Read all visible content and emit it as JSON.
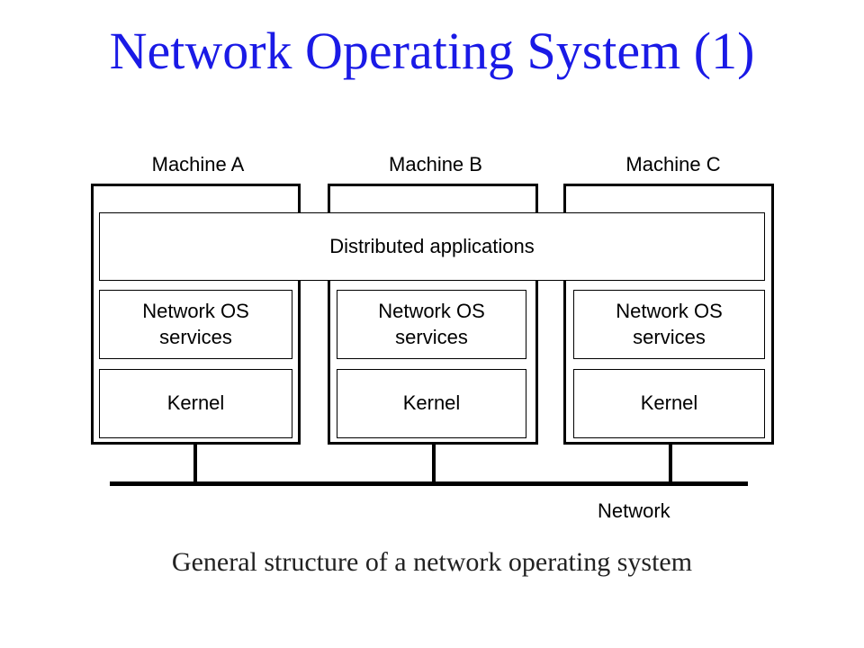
{
  "title": "Network Operating System (1)",
  "caption": "General structure of a network operating system",
  "diagram": {
    "machines": [
      {
        "label": "Machine A",
        "services": "Network OS\nservices",
        "kernel": "Kernel"
      },
      {
        "label": "Machine B",
        "services": "Network OS\nservices",
        "kernel": "Kernel"
      },
      {
        "label": "Machine C",
        "services": "Network OS\nservices",
        "kernel": "Kernel"
      }
    ],
    "distributed_layer": "Distributed applications",
    "network_label": "Network"
  },
  "colors": {
    "title": "#1a1ae6",
    "lines": "#000000"
  }
}
